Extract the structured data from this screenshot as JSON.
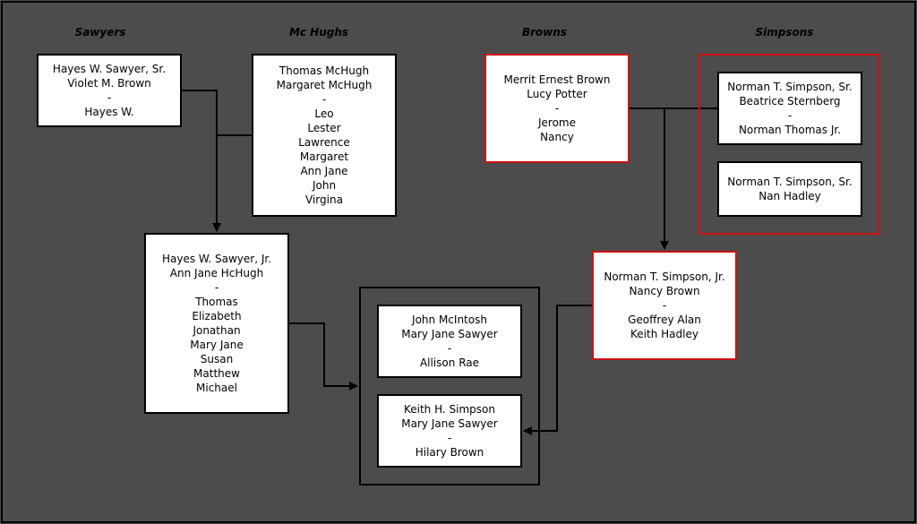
{
  "headings": {
    "sawyers": "Sawyers",
    "mchughs": "Mc Hughs",
    "browns": "Browns",
    "simpsons": "Simpsons"
  },
  "boxes": {
    "sawyer_sr": [
      "Hayes W. Sawyer, Sr.",
      "Violet M. Brown",
      "-",
      "Hayes W."
    ],
    "mchugh": [
      "Thomas McHugh",
      "Margaret McHugh",
      "-",
      "Leo",
      "Lester",
      "Lawrence",
      "Margaret",
      "Ann Jane",
      "John",
      "Virgina"
    ],
    "brown": [
      "Merrit Ernest Brown",
      "Lucy Potter",
      "-",
      "Jerome",
      "Nancy"
    ],
    "simpson_sr_sternberg": [
      "Norman T. Simpson, Sr.",
      "Beatrice Sternberg",
      "-",
      "Norman Thomas Jr."
    ],
    "simpson_sr_hadley": [
      "Norman T. Simpson, Sr.",
      "Nan Hadley"
    ],
    "sawyer_jr": [
      "Hayes W. Sawyer, Jr.",
      "Ann Jane HcHugh",
      "-",
      "Thomas",
      "Elizabeth",
      "Jonathan",
      "Mary Jane",
      "Susan",
      "Matthew",
      "Michael"
    ],
    "simpson_jr": [
      "Norman T. Simpson, Jr.",
      "Nancy Brown",
      "-",
      "Geoffrey Alan",
      "Keith Hadley"
    ],
    "mcintosh": [
      "John McIntosh",
      "Mary Jane Sawyer",
      "-",
      "Allison Rae"
    ],
    "keith_simpson": [
      "Keith H. Simpson",
      "Mary Jane Sawyer",
      "-",
      "Hilary Brown"
    ]
  },
  "colors": {
    "background": "#4c4c4c",
    "box_fill": "#ffffff",
    "box_border": "#000000",
    "highlight_border": "#cc1111"
  }
}
